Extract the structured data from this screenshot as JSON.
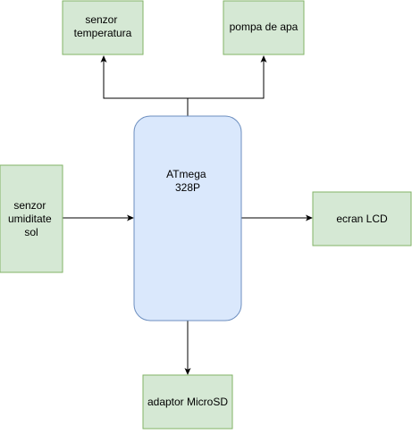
{
  "diagram": {
    "colors": {
      "sensor_fill": "#d5e8d4",
      "sensor_stroke": "#82b366",
      "mcu_fill": "#dae8fc",
      "mcu_stroke": "#6c8ebf",
      "edge": "#000000"
    },
    "nodes": {
      "temp_sensor": {
        "lines": [
          "senzor",
          "temperatura"
        ]
      },
      "water_pump": {
        "lines": [
          "pompa de apa"
        ]
      },
      "mcu": {
        "lines": [
          "ATmega",
          "328P"
        ]
      },
      "soil_sensor": {
        "lines": [
          "senzor",
          "umiditate",
          "sol"
        ]
      },
      "lcd": {
        "lines": [
          "ecran LCD"
        ]
      },
      "sd_adapter": {
        "lines": [
          "adaptor MicroSD"
        ]
      }
    },
    "edges": [
      {
        "from": "mcu",
        "to": "temp_sensor"
      },
      {
        "from": "mcu",
        "to": "water_pump"
      },
      {
        "from": "soil_sensor",
        "to": "mcu"
      },
      {
        "from": "mcu",
        "to": "lcd"
      },
      {
        "from": "mcu",
        "to": "sd_adapter"
      }
    ]
  }
}
